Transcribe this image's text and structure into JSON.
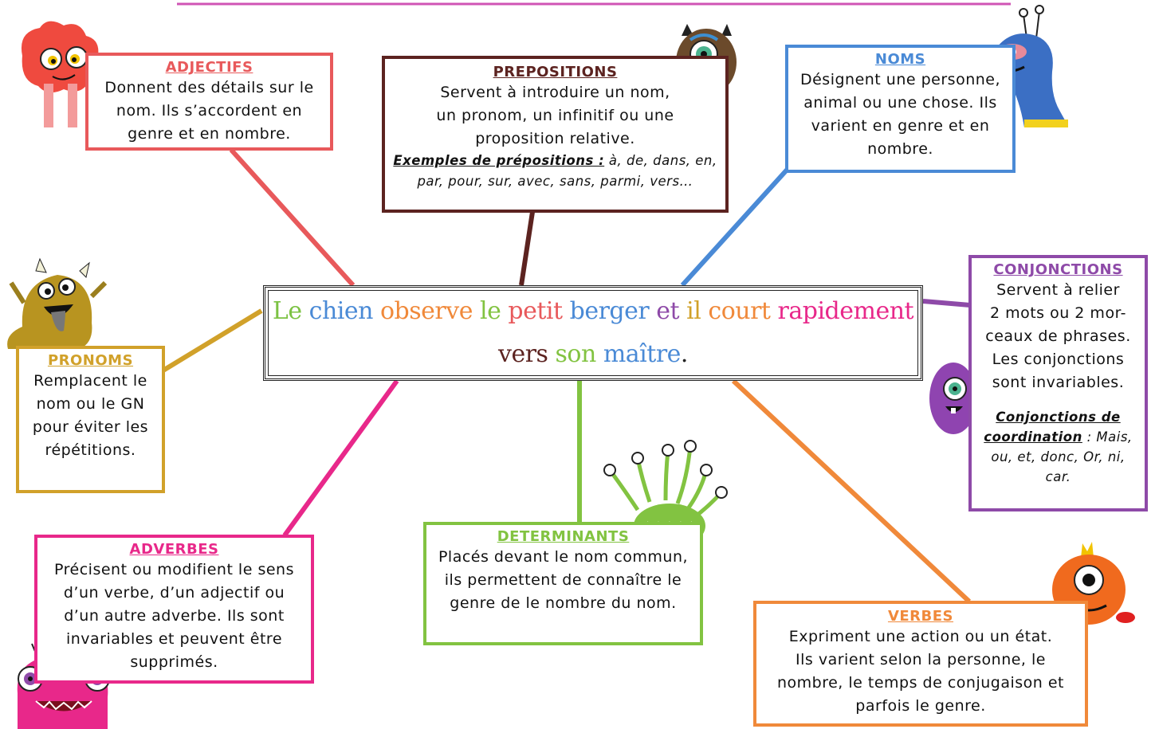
{
  "colors": {
    "adjectifs": "#e8595b",
    "prepositions": "#5c2320",
    "noms": "#4a8ad6",
    "conjonctions": "#8e4aa8",
    "pronoms": "#d1a12a",
    "adverbes": "#e8288a",
    "determinants": "#82c341",
    "verbes": "#f0893a",
    "top_line": "#d054b4"
  },
  "sentence": [
    {
      "text": "Le",
      "color": "#7cc243"
    },
    {
      "text": "chien",
      "color": "#4a8ad6"
    },
    {
      "text": "observe",
      "color": "#f0893a"
    },
    {
      "text": "le",
      "color": "#82c341"
    },
    {
      "text": "petit",
      "color": "#e8595b"
    },
    {
      "text": "berger",
      "color": "#4a8ad6"
    },
    {
      "text": "et",
      "color": "#8e4aa8"
    },
    {
      "text": "il",
      "color": "#d1a12a"
    },
    {
      "text": "court",
      "color": "#f0893a"
    },
    {
      "text": "rapidement",
      "color": "#e8288a"
    },
    {
      "text": "vers",
      "color": "#5c2320"
    },
    {
      "text": "son",
      "color": "#82c341"
    },
    {
      "text": "maître",
      "color": "#4a8ad6"
    },
    {
      "text": ".",
      "color": "#222222"
    }
  ],
  "boxes": {
    "adjectifs": {
      "title": "ADJECTIFS",
      "body": "Donnent des détails sur le\nnom. Ils s’accordent en\ngenre et en nombre."
    },
    "prepositions": {
      "title": "PREPOSITIONS",
      "body": "Servent à introduire un nom,\nun pronom, un infinitif ou une\nproposition relative.",
      "examples_label": "Exemples de prépositions :",
      "examples": " à, de, dans, en,\npar, pour, sur, avec, sans, parmi, vers…"
    },
    "noms": {
      "title": "NOMS",
      "body": "Désignent une personne,\nanimal ou une chose. Ils\nvarient en genre et en\nnombre."
    },
    "conjonctions": {
      "title": "CONJONCTIONS",
      "body": "Servent à relier\n2 mots ou 2 mor-\nceaux de phrases.\nLes conjonctions\nsont invariables.",
      "examples_label": "Conjonctions de\ncoordination",
      "examples": " : Mais,\nou, et, donc, Or, ni,\ncar."
    },
    "pronoms": {
      "title": "PRONOMS",
      "body": "Remplacent le\nnom ou le GN\npour éviter les\nrépétitions."
    },
    "adverbes": {
      "title": "ADVERBES",
      "body": "Précisent ou modifient le sens\nd’un verbe, d’un adjectif ou\nd’un autre adverbe. Ils sont\ninvariables et peuvent être\nsupprimés."
    },
    "determinants": {
      "title": "DETERMINANTS",
      "body": "Placés devant le nom commun,\nils permettent de connaître le\ngenre de le nombre du nom."
    },
    "verbes": {
      "title": "VERBES",
      "body": "Expriment une action ou un état.\nIls varient selon la personne, le\nnombre, le temps de conjugaison et\nparfois le genre."
    }
  }
}
